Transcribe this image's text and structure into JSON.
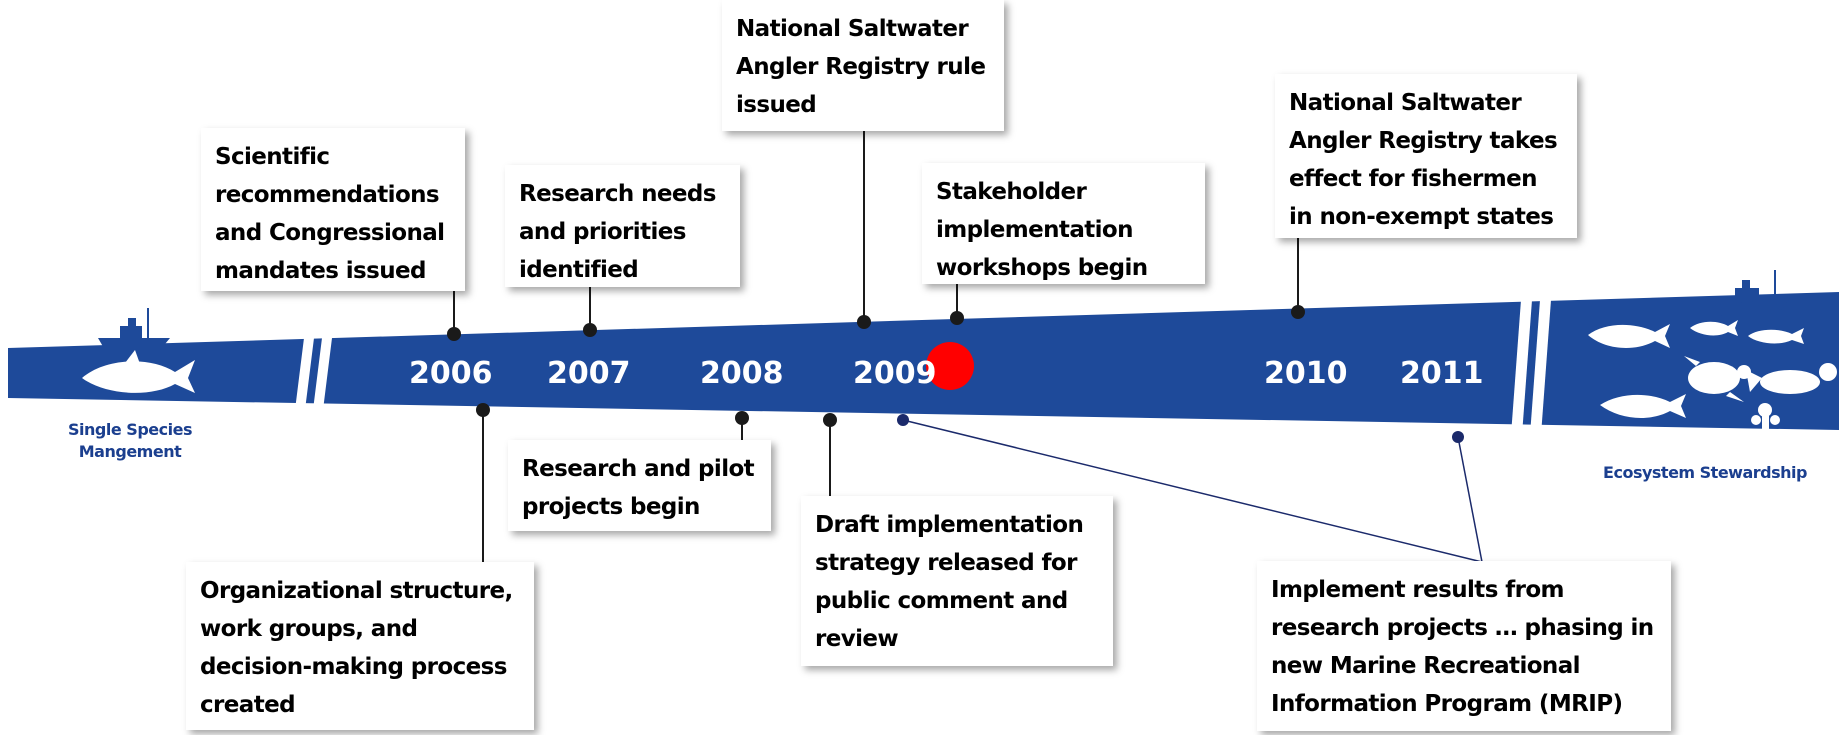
{
  "timeline": {
    "left_label": "Single Species Mangement",
    "right_label": "Ecosystem Stewardship",
    "years": [
      "2006",
      "2007",
      "2008",
      "2009",
      "2010",
      "2011"
    ],
    "current_marker": "2009"
  },
  "events_above": [
    {
      "text": "Scientific recommendations and Congressional mandates issued",
      "year": "2006"
    },
    {
      "text": "Research needs and priorities identified",
      "year": "2007"
    },
    {
      "text": "National Saltwater Angler Registry  rule issued",
      "year": "2009"
    },
    {
      "text": "Stakeholder implementation workshops begin",
      "year": "2009"
    },
    {
      "text": "National Saltwater Angler Registry takes effect for fishermen in non-exempt states",
      "year": "2010"
    }
  ],
  "events_below": [
    {
      "text": "Organizational structure, work groups, and decision-making process created",
      "year": "2006"
    },
    {
      "text": "Research and pilot projects begin",
      "year": "2008"
    },
    {
      "text": "Draft implementation strategy released for public comment and review",
      "year": "2009"
    },
    {
      "text": "Implement results from research projects … phasing in new Marine Recreational Information Program (MRIP)",
      "year": "2011"
    }
  ],
  "colors": {
    "band": "#1e4a9a",
    "label": "#1b3f8f",
    "marker": "#ff0000",
    "connector": "#1a1a1a",
    "connector_blue": "#1b2a6b"
  }
}
